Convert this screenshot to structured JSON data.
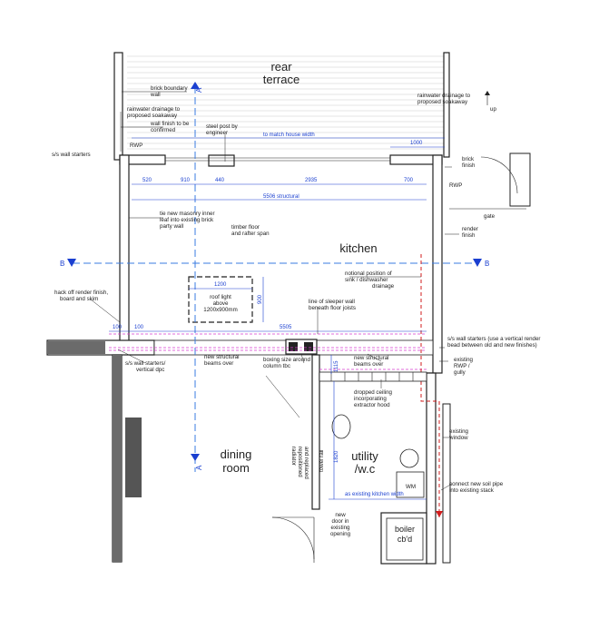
{
  "rooms": {
    "rear_terrace": [
      "rear",
      "terrace"
    ],
    "kitchen": "kitchen",
    "dining_room": [
      "dining",
      "room"
    ],
    "utility": [
      "utility",
      "/w.c"
    ],
    "boiler": [
      "boiler",
      "cb'd"
    ]
  },
  "annotations": {
    "brick_boundary_wall": [
      "brick boundary",
      "wall"
    ],
    "rainwater_left": [
      "rainwater drainage to",
      "proposed soakaway"
    ],
    "wall_finish": [
      "wall finish to be",
      "confirmed"
    ],
    "steel_post": [
      "steel post by",
      "engineer"
    ],
    "rainwater_right": [
      "rainwater drainage to",
      "proposed soakaway"
    ],
    "up": "up",
    "rwp_left": "RWP",
    "rwp_right": "RWP",
    "to_match": "to match house width",
    "brick_finish": [
      "brick",
      "finish"
    ],
    "ss_wall_starters_top": "s/s wall starters",
    "gate": "gate",
    "render_finish": [
      "render",
      "finish"
    ],
    "tie_masonry": [
      "tie new masonry inner",
      "leaf into existing brick",
      "party wall"
    ],
    "timber_floor": [
      "timber floor",
      "and rafter span"
    ],
    "notional_sink": [
      "notional position of",
      "sink / dishwasher",
      "drainage"
    ],
    "hack_off": [
      "hack off render finish,",
      "board and skim"
    ],
    "roof_light": [
      "roof light",
      "above",
      "1200x900mm"
    ],
    "sleeper_wall": [
      "line of sleeper wall",
      "beneath floor joists"
    ],
    "ss_wall_starters_right": [
      "s/s wall starters (use a vertical render",
      "bead between old and new finishes)"
    ],
    "ss_vertical_dpc": [
      "s/s wall starters/",
      "vertical dpc"
    ],
    "new_beams_left": [
      "new structural",
      "beams over"
    ],
    "boxing_size": [
      "boxing size around",
      "column tbc"
    ],
    "new_beams_right": [
      "new structural",
      "beams over"
    ],
    "existing_rwp": [
      "existing",
      "RWP /",
      "gully"
    ],
    "dropped_ceiling": [
      "dropped ceiling",
      "incorporating",
      "extractor hood"
    ],
    "existing_window": [
      "existing",
      "window"
    ],
    "radiator": [
      "radiator",
      "repositioned",
      "and replaced"
    ],
    "towel_rail": "towel rail",
    "as_existing_kitchen_width": "as existing kitchen width",
    "wm": "WM",
    "connect_soil": [
      "connect new soil pipe",
      "into existing stack"
    ],
    "new_door": [
      "new",
      "door in",
      "existing",
      "opening"
    ]
  },
  "dimensions": {
    "d1000": "1000",
    "d520": "520",
    "d910": "910",
    "d440": "440",
    "d2935": "2935",
    "d700": "700",
    "d5506": "5506 structural",
    "d1200": "1200",
    "d900": "900",
    "d100a": "100",
    "d100b": "100",
    "d5505": "5505",
    "d1115": "1115",
    "d1820": "1820"
  },
  "section_marks": {
    "a": "A",
    "b": "B"
  },
  "colors": {
    "dimension": "#1a3fd0",
    "section_line": "#3a7be0",
    "drainage": "#d21d1d",
    "beams": "#d93bd0",
    "wall_hatch": "#6b6b6b"
  }
}
